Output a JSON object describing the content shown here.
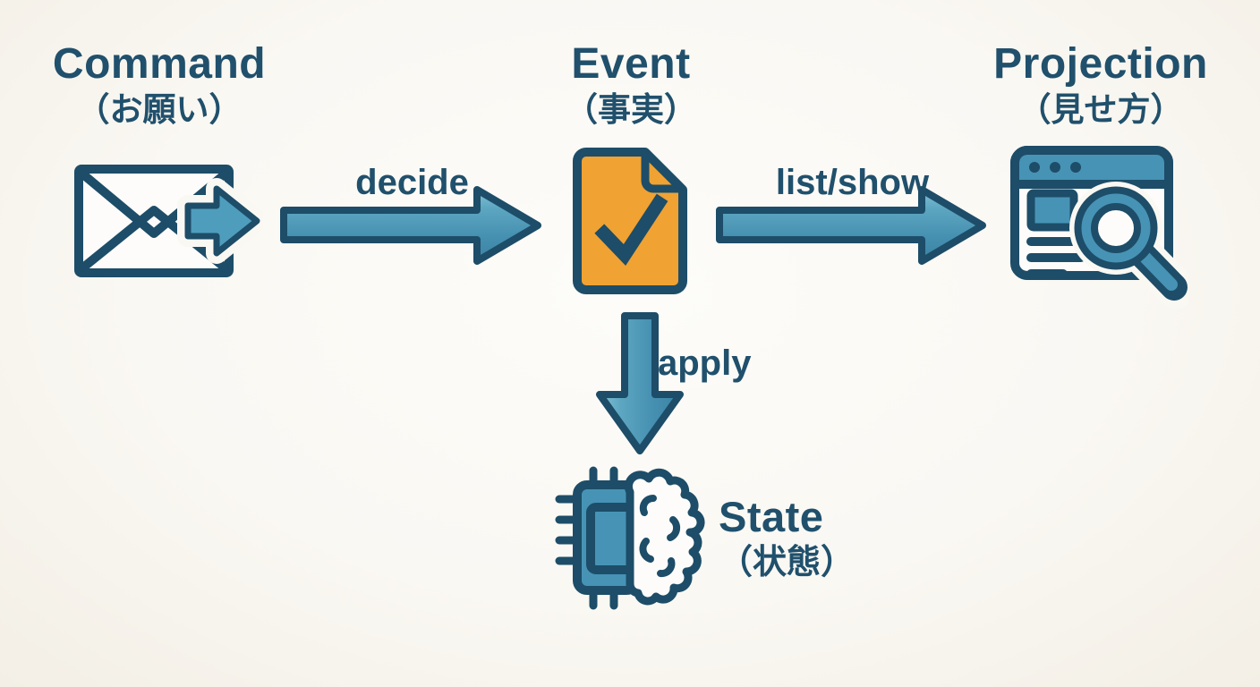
{
  "palette": {
    "ink": "#1d4d68",
    "teal": "#4793b5",
    "teal_light": "#85c0d4",
    "teal_dark": "#3c83a4",
    "orange": "#f0a233",
    "paper": "#fdfcfa",
    "background": "#faf8f3",
    "text": "#20506c"
  },
  "nodes": {
    "command": {
      "title": "Command",
      "subtitle": "（お願い）",
      "icon": "envelope-send-icon"
    },
    "event": {
      "title": "Event",
      "subtitle": "（事実）",
      "icon": "document-check-icon"
    },
    "projection": {
      "title": "Projection",
      "subtitle": "（見せ方）",
      "icon": "browser-search-icon"
    },
    "state": {
      "title": "State",
      "subtitle": "（状態）",
      "icon": "chip-brain-icon"
    }
  },
  "edges": {
    "decide": {
      "label": "decide",
      "from": "command",
      "to": "event"
    },
    "list_show": {
      "label": "list/show",
      "from": "event",
      "to": "projection"
    },
    "apply": {
      "label": "apply",
      "from": "event",
      "to": "state"
    }
  }
}
